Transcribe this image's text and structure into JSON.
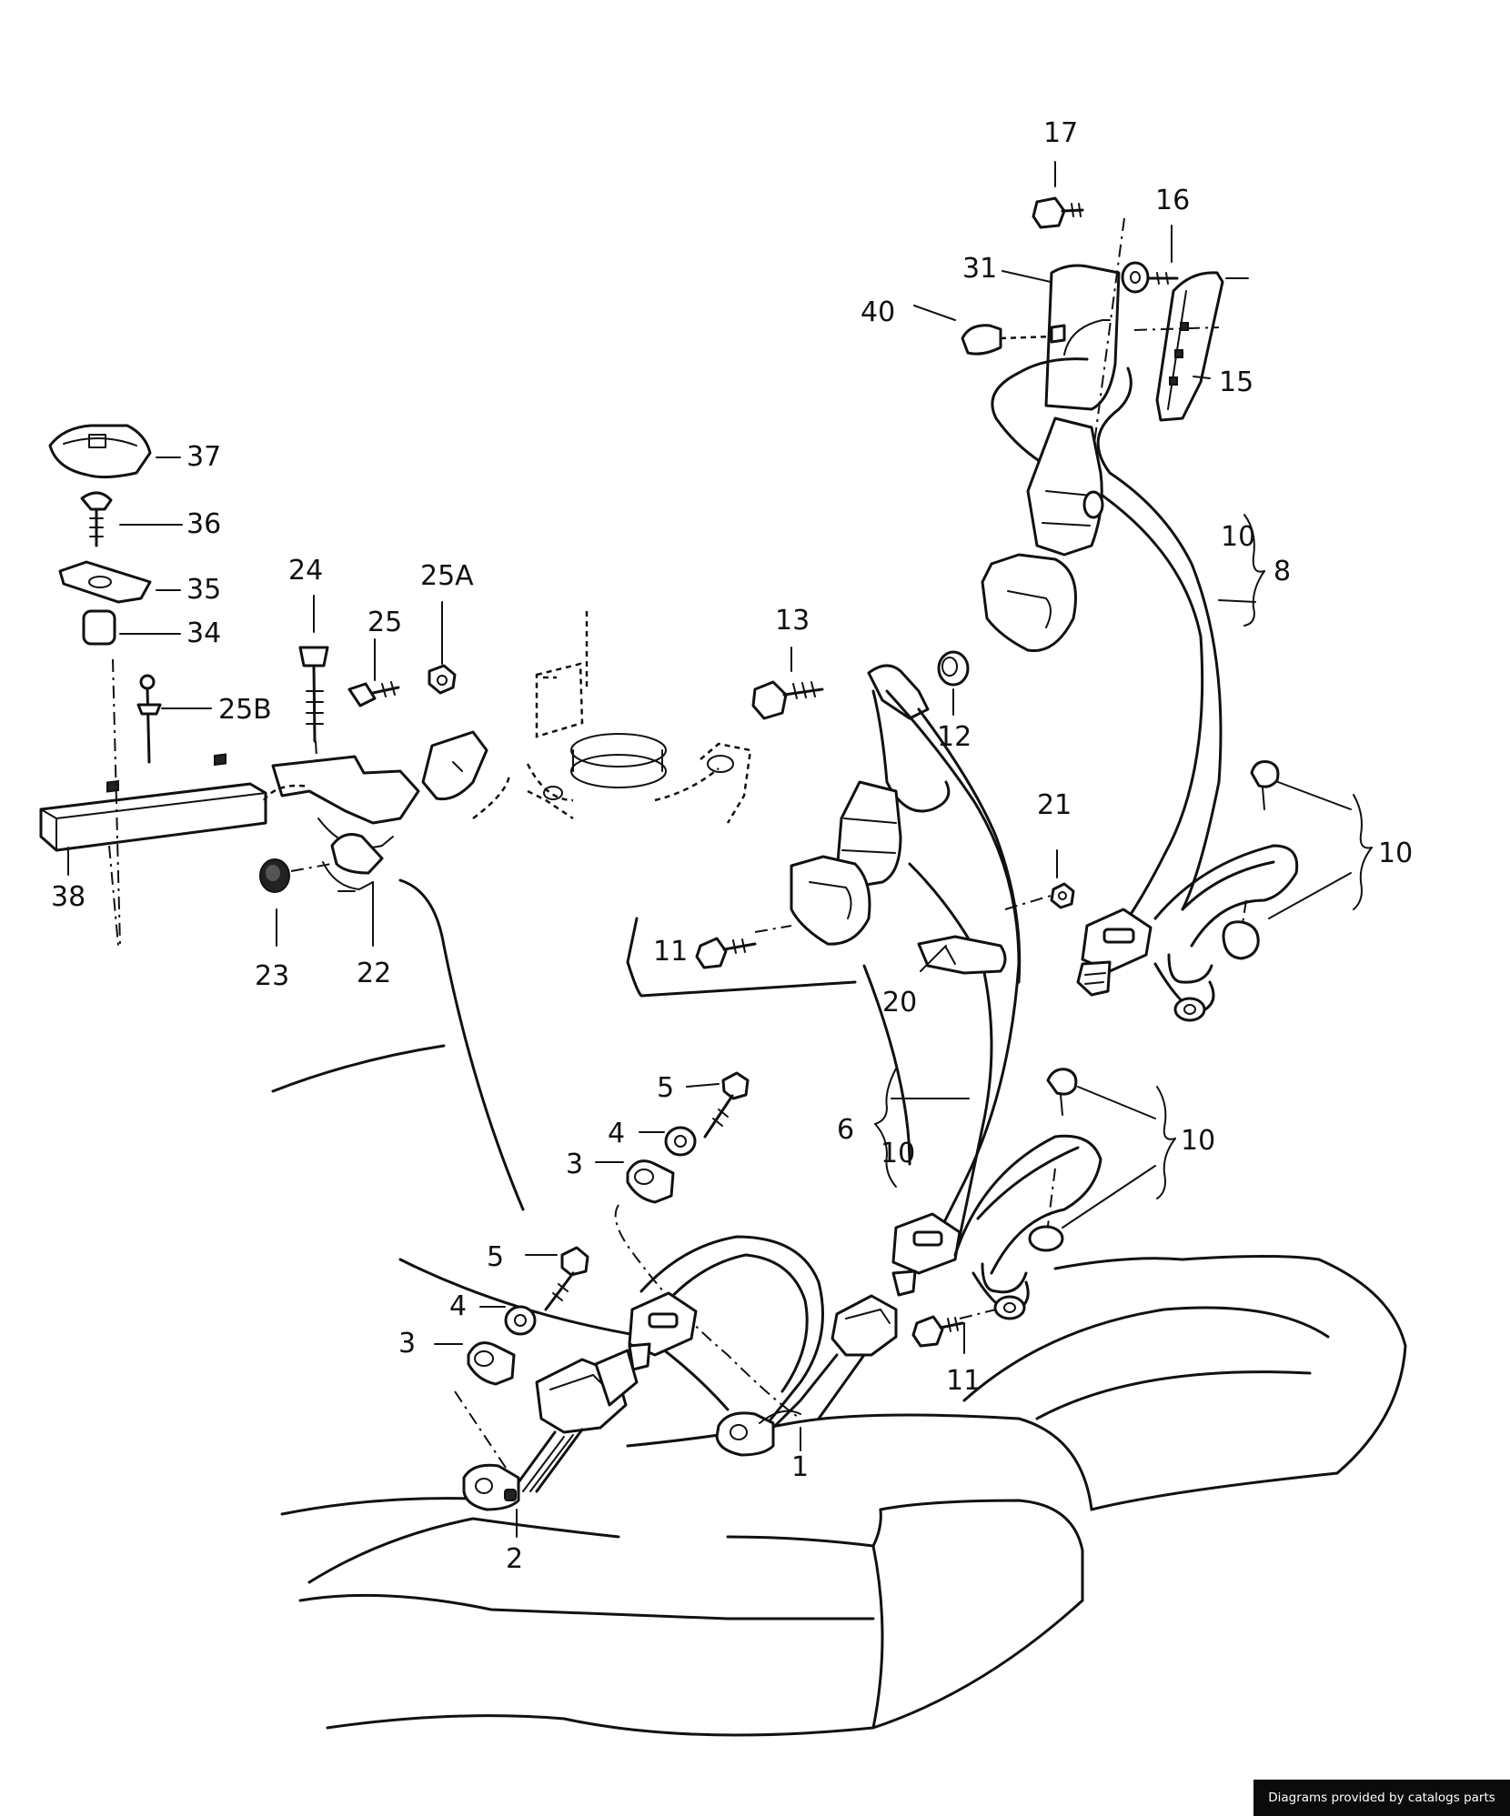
{
  "diagram": {
    "callouts": [
      {
        "id": "c17",
        "label": "17"
      },
      {
        "id": "c16",
        "label": "16"
      },
      {
        "id": "c31",
        "label": "31"
      },
      {
        "id": "c40",
        "label": "40"
      },
      {
        "id": "c15",
        "label": "15"
      },
      {
        "id": "c37",
        "label": "37"
      },
      {
        "id": "c36",
        "label": "36"
      },
      {
        "id": "c35",
        "label": "35"
      },
      {
        "id": "c34",
        "label": "34"
      },
      {
        "id": "c25b",
        "label": "25B"
      },
      {
        "id": "c24",
        "label": "24"
      },
      {
        "id": "c25",
        "label": "25"
      },
      {
        "id": "c25a",
        "label": "25A"
      },
      {
        "id": "c38",
        "label": "38"
      },
      {
        "id": "c23",
        "label": "23"
      },
      {
        "id": "c22",
        "label": "22"
      },
      {
        "id": "c13",
        "label": "13"
      },
      {
        "id": "c12",
        "label": "12"
      },
      {
        "id": "c10_8",
        "label": "10"
      },
      {
        "id": "c8",
        "label": "8"
      },
      {
        "id": "c21",
        "label": "21"
      },
      {
        "id": "c10_r1",
        "label": "10"
      },
      {
        "id": "c11_top",
        "label": "11"
      },
      {
        "id": "c20",
        "label": "20"
      },
      {
        "id": "c5_top",
        "label": "5"
      },
      {
        "id": "c4_top",
        "label": "4"
      },
      {
        "id": "c3_top",
        "label": "3"
      },
      {
        "id": "c6",
        "label": "6"
      },
      {
        "id": "c10_6",
        "label": "10"
      },
      {
        "id": "c10_r2",
        "label": "10"
      },
      {
        "id": "c5_bot",
        "label": "5"
      },
      {
        "id": "c4_bot",
        "label": "4"
      },
      {
        "id": "c3_bot",
        "label": "3"
      },
      {
        "id": "c11_bot",
        "label": "11"
      },
      {
        "id": "c1",
        "label": "1"
      },
      {
        "id": "c2",
        "label": "2"
      }
    ]
  },
  "footer": {
    "credit": "Diagrams provided by catalogs parts"
  }
}
